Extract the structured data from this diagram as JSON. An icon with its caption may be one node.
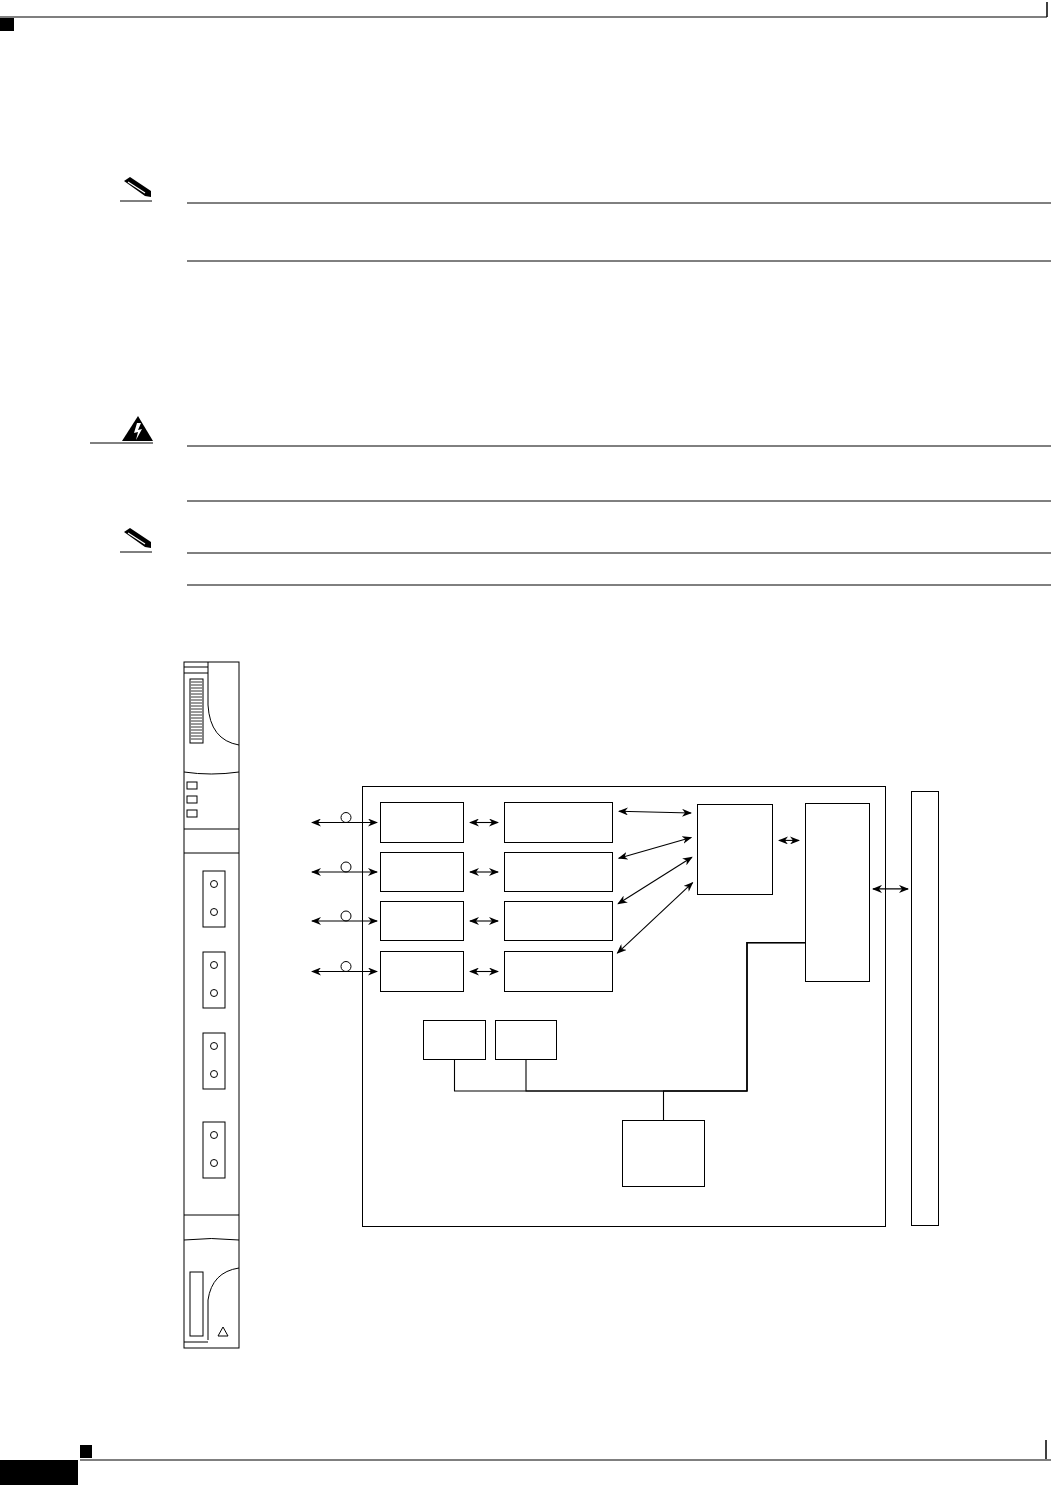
{
  "diagram": {
    "nodes": [
      {
        "text": [],
        "shape": "box"
      },
      {
        "text": [],
        "shape": "box",
        "in": 0
      },
      {
        "text": [],
        "shape": "box",
        "in": 0
      },
      {
        "text": [],
        "shape": "box",
        "in": 0
      },
      {
        "text": [],
        "shape": "box",
        "in": 0
      },
      {
        "text": [],
        "shape": "box",
        "in": 0
      },
      {
        "text": [],
        "shape": "box",
        "in": 0
      },
      {
        "text": [],
        "shape": "box",
        "in": 0
      },
      {
        "text": [],
        "shape": "box",
        "in": 0
      },
      {
        "text": [],
        "shape": "box",
        "in": 0
      },
      {
        "text": [],
        "shape": "box",
        "in": 0
      },
      {
        "text": [],
        "shape": "box",
        "in": 0
      },
      {
        "text": [],
        "shape": "box",
        "in": 0
      },
      {
        "text": [],
        "shape": "box",
        "in": 0
      },
      {
        "text": [],
        "shape": "box"
      }
    ],
    "edges": [
      {
        "from": null,
        "to": 1,
        "arrow": "both"
      },
      {
        "from": null,
        "to": 2,
        "arrow": "both"
      },
      {
        "from": null,
        "to": 3,
        "arrow": "both"
      },
      {
        "from": null,
        "to": 4,
        "arrow": "both"
      },
      {
        "from": 1,
        "to": 5,
        "arrow": "both"
      },
      {
        "from": 2,
        "to": 6,
        "arrow": "both"
      },
      {
        "from": 3,
        "to": 7,
        "arrow": "both"
      },
      {
        "from": 4,
        "to": 8,
        "arrow": "both"
      },
      {
        "from": 5,
        "to": 9,
        "arrow": "both"
      },
      {
        "from": 6,
        "to": 9,
        "arrow": "both"
      },
      {
        "from": 7,
        "to": 9,
        "arrow": "both"
      },
      {
        "from": 8,
        "to": 9,
        "arrow": "both"
      },
      {
        "from": 9,
        "to": 10,
        "arrow": "both"
      },
      {
        "from": 10,
        "to": 14,
        "arrow": "both"
      },
      {
        "from": 11,
        "to": 10,
        "arrow": "none"
      },
      {
        "from": 12,
        "to": 10,
        "arrow": "none"
      },
      {
        "from": 13,
        "to": 10,
        "arrow": "none"
      }
    ]
  }
}
